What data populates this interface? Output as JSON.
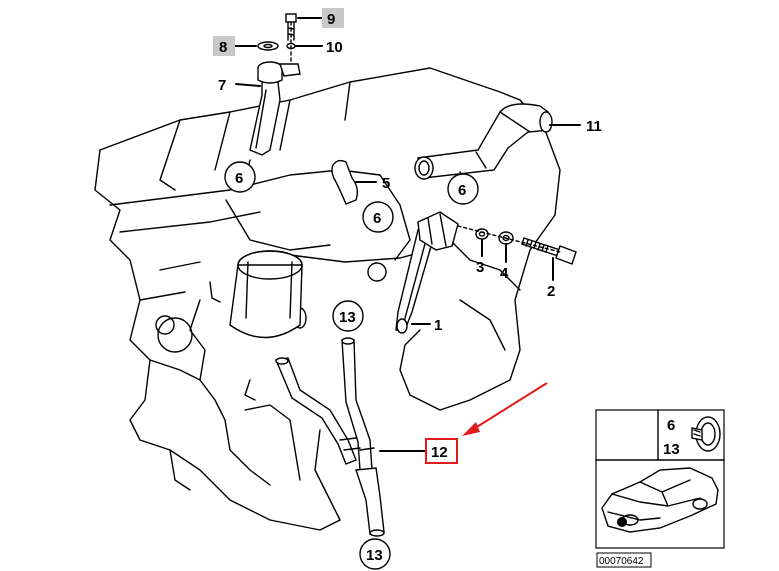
{
  "callouts": {
    "c1": "1",
    "c2": "2",
    "c3": "3",
    "c4": "4",
    "c5": "5",
    "c7": "7",
    "c8": "8",
    "c9": "9",
    "c10": "10",
    "c11": "11",
    "c12": "12"
  },
  "circles": {
    "a": "6",
    "b": "6",
    "c": "6",
    "d": "13",
    "e": "13"
  },
  "inset": {
    "label_top": "6",
    "label_bottom": "13",
    "doc_id": "00070642"
  },
  "colors": {
    "highlight": "#e31b1b",
    "shaded_label": "#c8c8c8",
    "line": "#000000"
  }
}
